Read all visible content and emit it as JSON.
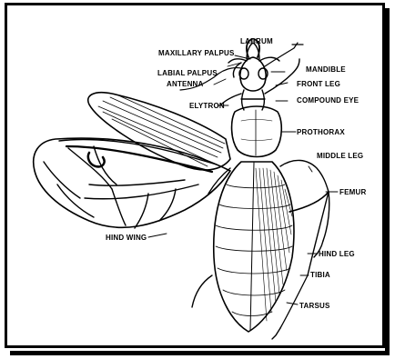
{
  "labels": {
    "labrum": "LABRUM",
    "maxillary_palpus": "MAXILLARY PALPUS",
    "labial_palpus": "LABIAL PALPUS",
    "antenna": "ANTENNA",
    "elytron": "ELYTRON",
    "mandible": "MANDIBLE",
    "front_leg": "FRONT LEG",
    "compound_eye": "COMPOUND EYE",
    "prothorax": "PROTHORAX",
    "middle_leg": "MIDDLE LEG",
    "femur": "FEMUR",
    "hind_wing": "HIND WING",
    "hind_leg": "HIND LEG",
    "tibia": "TIBIA",
    "tarsus": "TARSUS"
  }
}
